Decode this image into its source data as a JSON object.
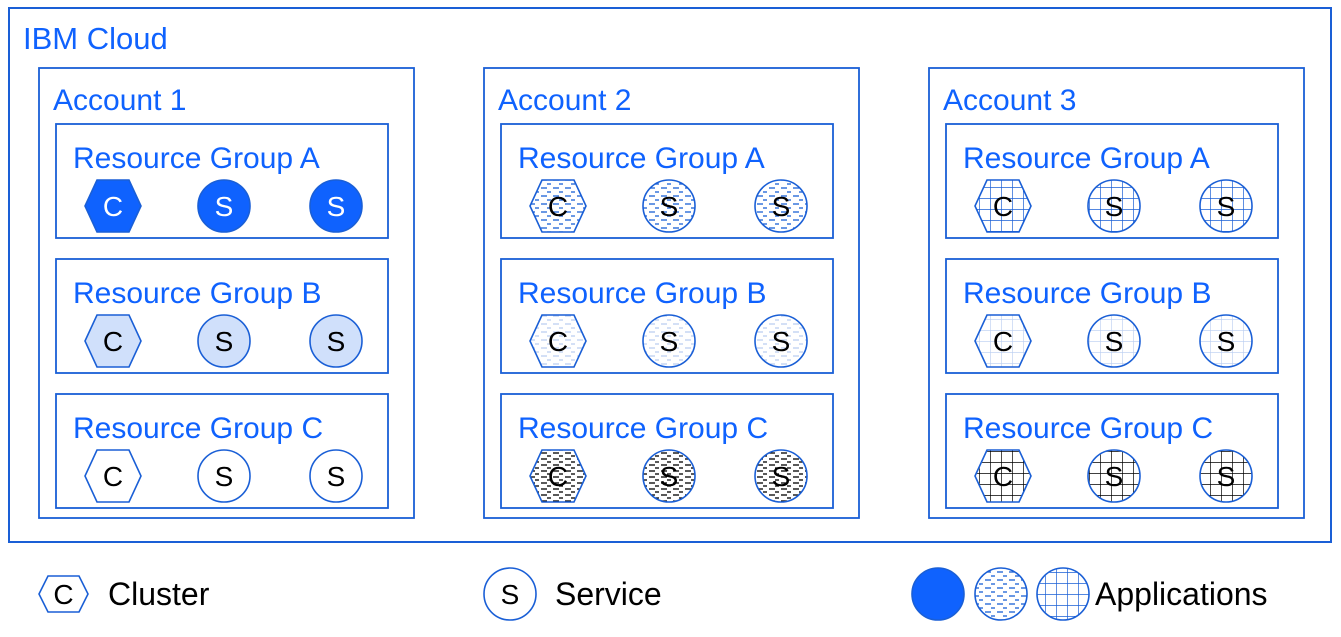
{
  "cloud": {
    "title": "IBM Cloud"
  },
  "colors": {
    "accent": "#0f62fe",
    "light_fill": "#d0e0fb",
    "border": "#1a5fd6",
    "text_dark": "#000000"
  },
  "accounts": [
    {
      "title": "Account 1",
      "pattern": "solid",
      "groups": [
        {
          "title": "Resource Group A",
          "shade": "dark",
          "items": [
            {
              "type": "cluster",
              "letter": "C"
            },
            {
              "type": "service",
              "letter": "S"
            },
            {
              "type": "service",
              "letter": "S"
            }
          ]
        },
        {
          "title": "Resource Group B",
          "shade": "medium",
          "items": [
            {
              "type": "cluster",
              "letter": "C"
            },
            {
              "type": "service",
              "letter": "S"
            },
            {
              "type": "service",
              "letter": "S"
            }
          ]
        },
        {
          "title": "Resource Group C",
          "shade": "light",
          "items": [
            {
              "type": "cluster",
              "letter": "C"
            },
            {
              "type": "service",
              "letter": "S"
            },
            {
              "type": "service",
              "letter": "S"
            }
          ]
        }
      ]
    },
    {
      "title": "Account 2",
      "pattern": "dashes",
      "groups": [
        {
          "title": "Resource Group A",
          "shade": "dark",
          "items": [
            {
              "type": "cluster",
              "letter": "C"
            },
            {
              "type": "service",
              "letter": "S"
            },
            {
              "type": "service",
              "letter": "S"
            }
          ]
        },
        {
          "title": "Resource Group B",
          "shade": "medium",
          "items": [
            {
              "type": "cluster",
              "letter": "C"
            },
            {
              "type": "service",
              "letter": "S"
            },
            {
              "type": "service",
              "letter": "S"
            }
          ]
        },
        {
          "title": "Resource Group C",
          "shade": "light",
          "items": [
            {
              "type": "cluster",
              "letter": "C"
            },
            {
              "type": "service",
              "letter": "S"
            },
            {
              "type": "service",
              "letter": "S"
            }
          ]
        }
      ]
    },
    {
      "title": "Account 3",
      "pattern": "grid",
      "groups": [
        {
          "title": "Resource Group A",
          "shade": "dark",
          "items": [
            {
              "type": "cluster",
              "letter": "C"
            },
            {
              "type": "service",
              "letter": "S"
            },
            {
              "type": "service",
              "letter": "S"
            }
          ]
        },
        {
          "title": "Resource Group B",
          "shade": "medium",
          "items": [
            {
              "type": "cluster",
              "letter": "C"
            },
            {
              "type": "service",
              "letter": "S"
            },
            {
              "type": "service",
              "letter": "S"
            }
          ]
        },
        {
          "title": "Resource Group C",
          "shade": "light",
          "items": [
            {
              "type": "cluster",
              "letter": "C"
            },
            {
              "type": "service",
              "letter": "S"
            },
            {
              "type": "service",
              "letter": "S"
            }
          ]
        }
      ]
    }
  ],
  "legend": {
    "cluster": {
      "letter": "C",
      "label": "Cluster"
    },
    "service": {
      "letter": "S",
      "label": "Service"
    },
    "applications": {
      "label": "Applications",
      "patterns": [
        "solid",
        "dashes",
        "grid"
      ]
    }
  }
}
